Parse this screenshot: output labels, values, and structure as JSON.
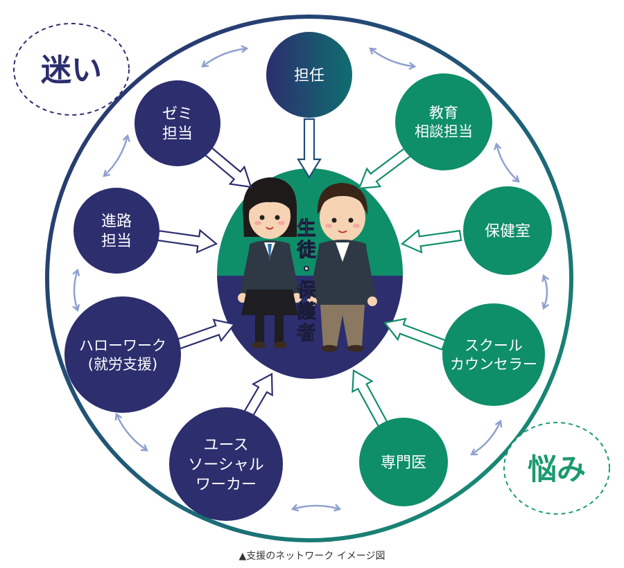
{
  "corners": {
    "top_left": "迷い",
    "bottom_right": "悩み"
  },
  "center": {
    "label_line1": "生",
    "label_line2": "徒",
    "label_line3": "・",
    "label_line4": "保",
    "label_line5": "護",
    "label_line6": "者"
  },
  "nodes": [
    {
      "id": "tannin",
      "lines": [
        "担任"
      ],
      "theme": "gradient"
    },
    {
      "id": "kyoiku",
      "lines": [
        "教育",
        "相談担当"
      ],
      "theme": "green"
    },
    {
      "id": "hokenshitsu",
      "lines": [
        "保健室"
      ],
      "theme": "green"
    },
    {
      "id": "school-counselor",
      "lines": [
        "スクール",
        "カウンセラー"
      ],
      "theme": "green"
    },
    {
      "id": "senmon-i",
      "lines": [
        "専門医"
      ],
      "theme": "green"
    },
    {
      "id": "youth-social-worker",
      "lines": [
        "ユース",
        "ソーシャル",
        "ワーカー"
      ],
      "theme": "navy"
    },
    {
      "id": "hello-work",
      "lines": [
        "ハローワーク",
        "(就労支援)"
      ],
      "theme": "navy"
    },
    {
      "id": "shinro",
      "lines": [
        "進路",
        "担当"
      ],
      "theme": "navy"
    },
    {
      "id": "zemi",
      "lines": [
        "ゼミ",
        "担当"
      ],
      "theme": "navy"
    }
  ],
  "colors": {
    "navy": "#2c2e6e",
    "green": "#0f8e6a",
    "ring_navy": "#2c2e6e",
    "ring_green": "#159a72",
    "link_arrow": "#8fa0cf",
    "corner_navy_text": "#2c2e6e",
    "corner_green_text": "#1a9a70"
  },
  "caption": "▲支援のネットワーク イメージ図"
}
